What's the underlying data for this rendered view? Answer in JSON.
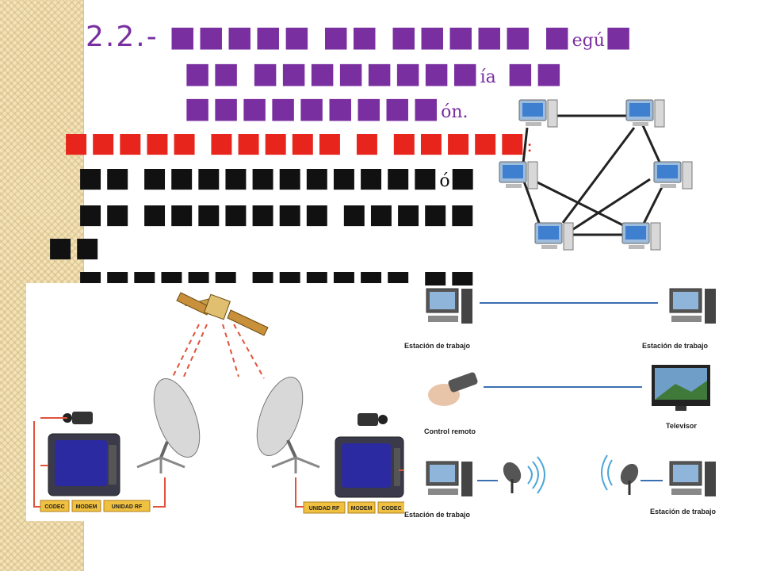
{
  "slide": {
    "title_line1_prefix": "2.2.- ",
    "title_line1_glyphs": "■■■■■ ■■ ■■■■■ ■",
    "title_line1_tail": "egú",
    "title_line1_end": "■",
    "title_line2_glyphs": "■■ ■■■■■■■■",
    "title_line2_tail": "ía",
    "title_line2_end": " ■■",
    "title_line3_glyphs": "■■■■■■■■■",
    "title_line3_tail": "ón.",
    "subtitle_glyphs": "■■■■■ ■■■■■ ■ ■■■■■",
    "subtitle_colon": ":",
    "body_line1_glyphs": "■■ ■■■■■■■■■■■",
    "body_line1_tail": "ó",
    "body_line1_end": "■",
    "body_line2": "■■  ■■■■■■■  ■■■■■",
    "body_line3": "■■",
    "body_line4": "■■■■■■  ■■■■■■  ■■"
  },
  "satellite_diagram": {
    "left_boxes": [
      "CODEC",
      "MODEM",
      "UNIDAD RF"
    ],
    "right_boxes": [
      "UNIDAD RF",
      "MODEM",
      "CODEC"
    ]
  },
  "wireless_diagram": {
    "row1_left": "Estación de trabajo",
    "row1_right": "Estación de trabajo",
    "row2_left": "Control remoto",
    "row2_right": "Televisor",
    "row3_left": "Estación de trabajo",
    "row3_right": "Estación de trabajo"
  },
  "colors": {
    "title": "#7a2fa0",
    "subtitle": "#e8251c",
    "link_line": "#3a6fb0",
    "rf_arrow": "#e0533a"
  }
}
